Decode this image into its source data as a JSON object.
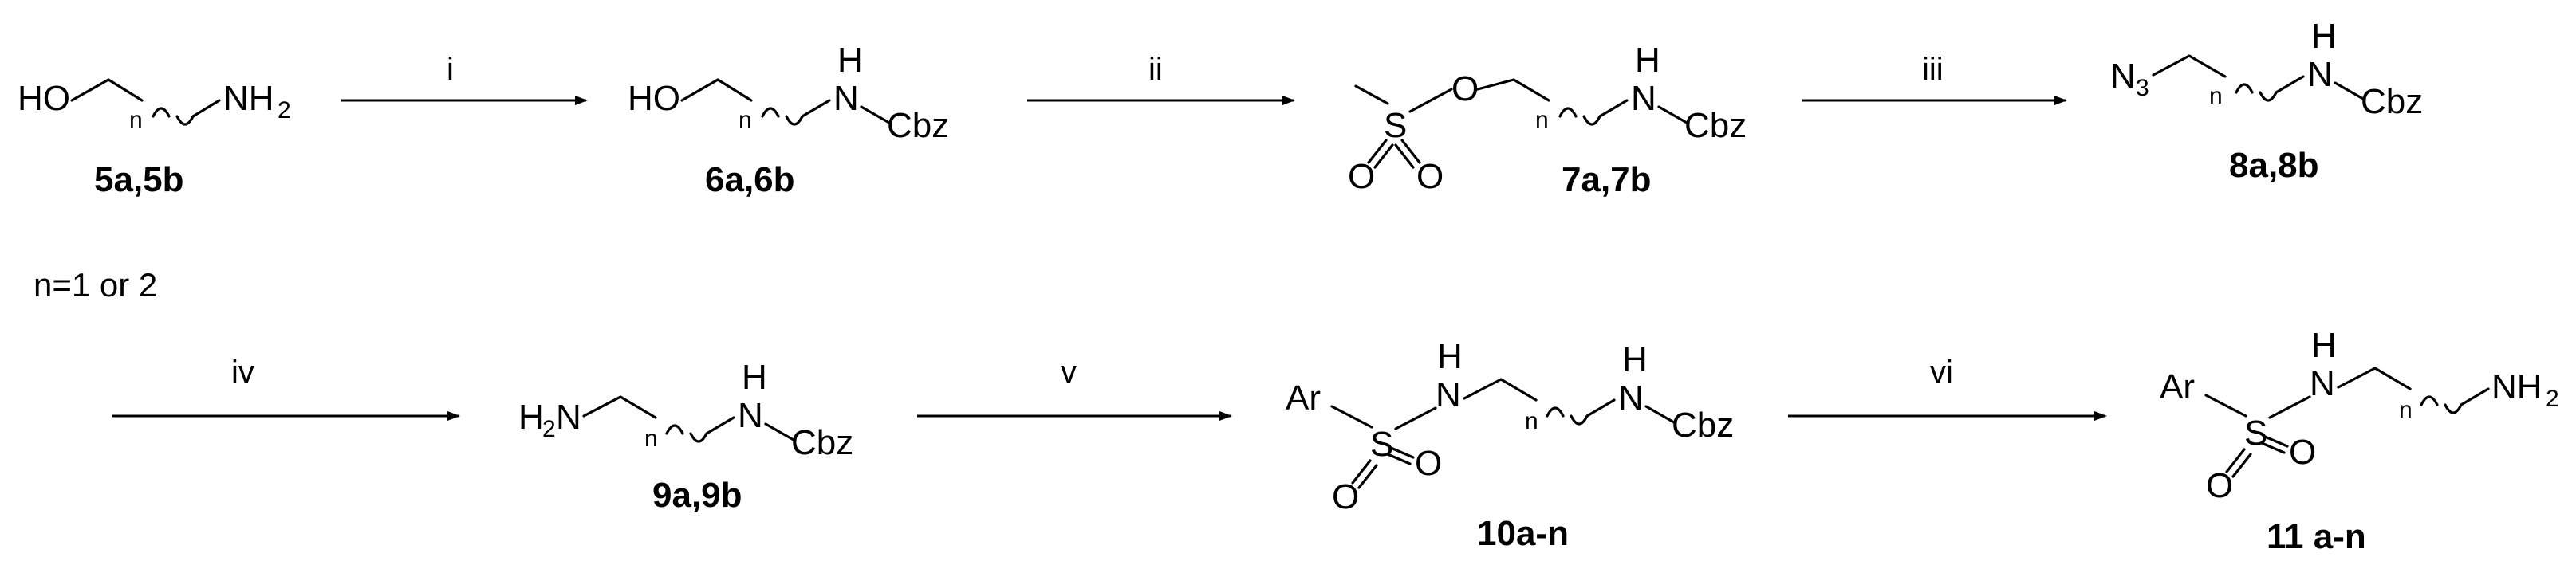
{
  "compounds": {
    "c5": "5a,5b",
    "c6": "6a,6b",
    "c7": "7a,7b",
    "c8": "8a,8b",
    "c9": "9a,9b",
    "c10": "10a-n",
    "c11": "11 a-n"
  },
  "note": "n=1 or 2",
  "conditions": {
    "i": "i",
    "ii": "ii",
    "iii": "iii",
    "iv": "iv",
    "v": "v",
    "vi": "vi"
  },
  "atoms": {
    "HO": "HO",
    "NH": "NH",
    "N": "N",
    "H": "H",
    "n": "n",
    "Cbz": "Cbz",
    "O": "O",
    "S": "S",
    "N3": "N",
    "N3_sub": "3",
    "H2N_H": "H",
    "H2N_2": "2",
    "H2N_N": "N",
    "NH2_2": "2",
    "Ar": "Ar"
  }
}
